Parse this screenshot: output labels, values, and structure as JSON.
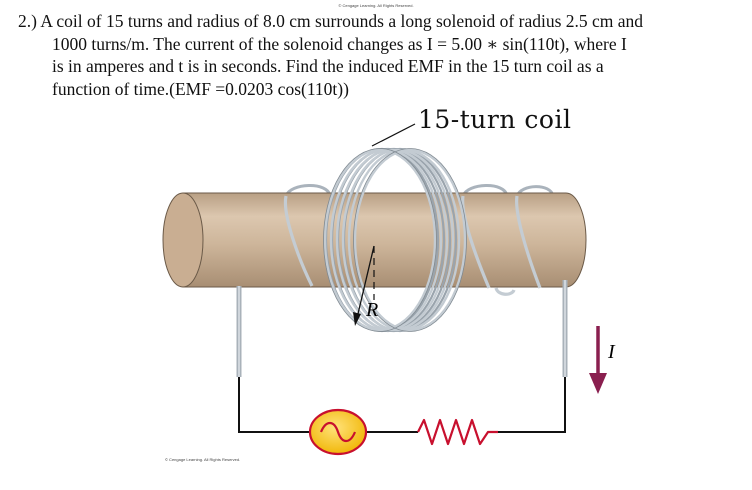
{
  "copyright_top": "© Cengage Learning. All Rights Reserved.",
  "problem": {
    "line1": "2.) A coil of 15 turns and radius of 8.0 cm surrounds a long solenoid of radius 2.5 cm and",
    "line2": "1000 turns/m. The current of the solenoid changes as I = 5.00 ∗ sin(110t), where I",
    "line3": "is in amperes and t is in seconds. Find the induced EMF in the 15 turn coil as a",
    "line4": "function of time.(EMF =0.0203 cos(110t))"
  },
  "figure": {
    "coil_label": "15-turn coil",
    "radius_label": "R",
    "current_label": "I",
    "copyright_bottom": "© Cengage Learning. All Rights Reserved.",
    "colors": {
      "solenoid_body": "#cdb59a",
      "solenoid_edge": "#6b5a48",
      "coil_wire": "#b9c2cb",
      "wire": "#111111",
      "resistor": "#c8102e",
      "source_fill": "#f3c11b",
      "arrow": "#8a1f4f"
    }
  }
}
